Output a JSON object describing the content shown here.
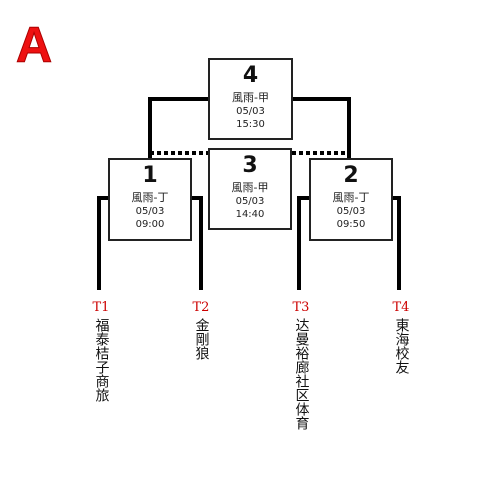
{
  "group": "A",
  "matches": {
    "m4": {
      "number": "4",
      "venue": "風雨-甲",
      "date": "05/03",
      "time": "15:30"
    },
    "m3": {
      "number": "3",
      "venue": "風雨-甲",
      "date": "05/03",
      "time": "14:40"
    },
    "m1": {
      "number": "1",
      "venue": "風雨-丁",
      "date": "05/03",
      "time": "09:00"
    },
    "m2": {
      "number": "2",
      "venue": "風雨-丁",
      "date": "05/03",
      "time": "09:50"
    }
  },
  "teams": [
    {
      "code": "T1",
      "name": "福泰桔子商旅"
    },
    {
      "code": "T2",
      "name": "金剛狼"
    },
    {
      "code": "T3",
      "name": "达曼裕廊社区体育"
    },
    {
      "code": "T4",
      "name": "東海校友"
    }
  ],
  "colors": {
    "line": "#000000",
    "group_letter": "#ee1111",
    "team_code": "#cc0000"
  }
}
